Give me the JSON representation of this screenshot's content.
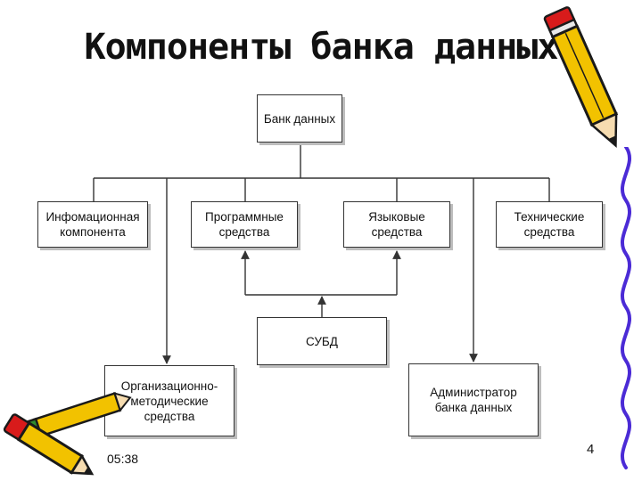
{
  "slide": {
    "title": "Компоненты банка данных",
    "time": "05:38",
    "page_number": "4"
  },
  "nodes": {
    "root": "Банк данных",
    "info": "Инфомационная\nкомпонента",
    "prog": "Программные\nсредства",
    "lang": "Языковые\nсредства",
    "tech": "Технические\nсредства",
    "dbms": "СУБД",
    "org": "Организационно-\nметодические\nсредства",
    "admin": "Администратор\nбанка данных"
  },
  "colors": {
    "line": "#333333",
    "pencil_body": "#f2c200",
    "pencil_outline": "#1a1a1a",
    "pencil_accent": "#d81b1b",
    "pencil_green": "#2e8b2e",
    "squiggle": "#4b2bd6"
  }
}
